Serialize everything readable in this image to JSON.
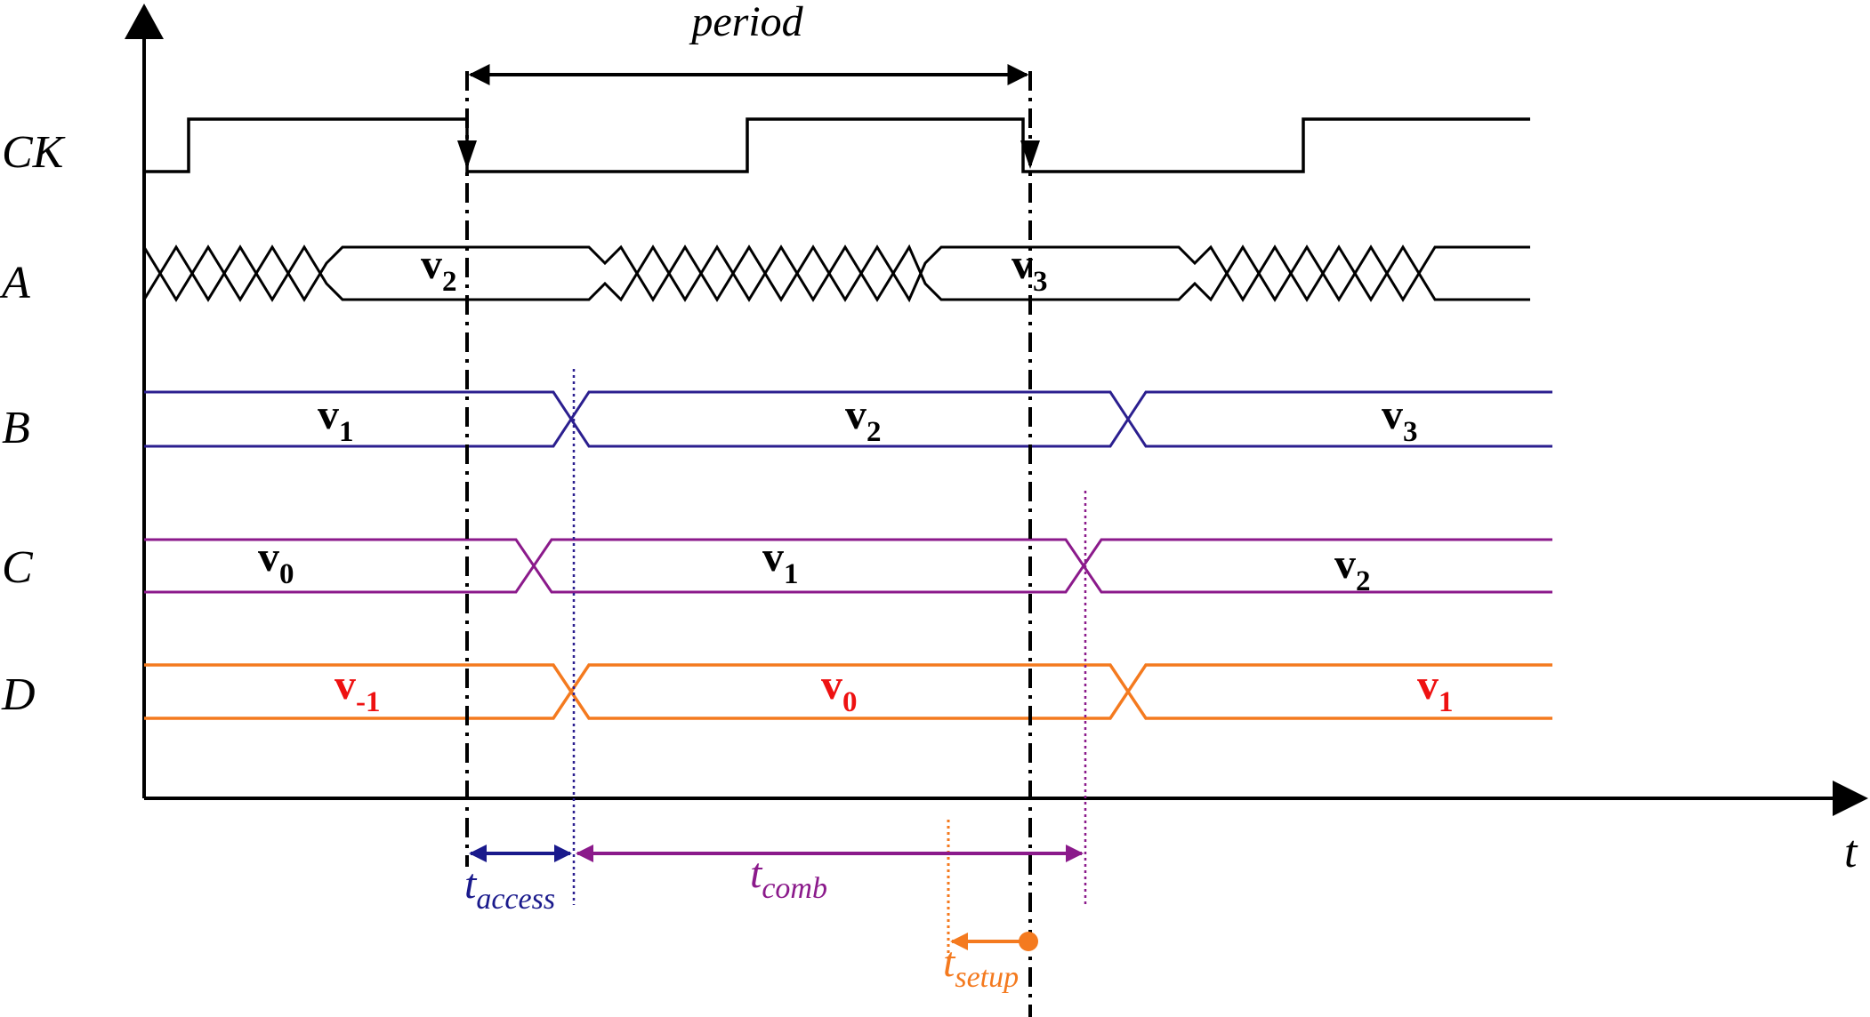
{
  "axis": {
    "time_label": "t"
  },
  "signals": [
    {
      "id": "ck",
      "label": "CK"
    },
    {
      "id": "a",
      "label": "A",
      "values": [
        {
          "base": "v",
          "sub": "2"
        },
        {
          "base": "v",
          "sub": "3"
        }
      ]
    },
    {
      "id": "b",
      "label": "B",
      "values": [
        {
          "base": "v",
          "sub": "1"
        },
        {
          "base": "v",
          "sub": "2"
        },
        {
          "base": "v",
          "sub": "3"
        }
      ]
    },
    {
      "id": "c",
      "label": "C",
      "values": [
        {
          "base": "v",
          "sub": "0"
        },
        {
          "base": "v",
          "sub": "1"
        },
        {
          "base": "v",
          "sub": "2"
        }
      ]
    },
    {
      "id": "d",
      "label": "D",
      "values": [
        {
          "base": "v",
          "sub": "-1"
        },
        {
          "base": "v",
          "sub": "0"
        },
        {
          "base": "v",
          "sub": "1"
        }
      ]
    }
  ],
  "annotations": {
    "period": "period",
    "t_access": {
      "base": "t",
      "sub": "access"
    },
    "t_comb": {
      "base": "t",
      "sub": "comb"
    },
    "t_setup": {
      "base": "t",
      "sub": "setup"
    }
  },
  "colors": {
    "black": "#000000",
    "b_signal": "#2b1f8f",
    "c_signal": "#8b1a8b",
    "d_signal": "#f47a1f",
    "d_values": "#ee1111",
    "access": "#1a1a8c",
    "comb": "#8b1a8b",
    "setup": "#f47a1f"
  }
}
